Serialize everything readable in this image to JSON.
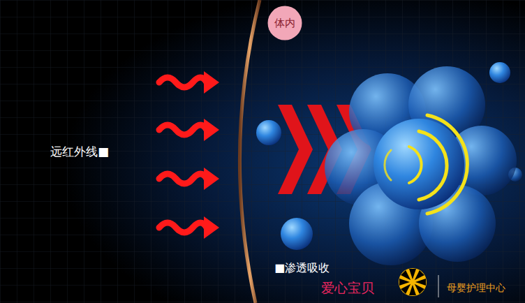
{
  "diagram": {
    "nodes": [
      {
        "text": [
          "体内"
        ]
      }
    ],
    "labels": [
      "远红外线■",
      "■渗透吸收",
      "爱心宝贝",
      "母婴护理中心"
    ]
  }
}
